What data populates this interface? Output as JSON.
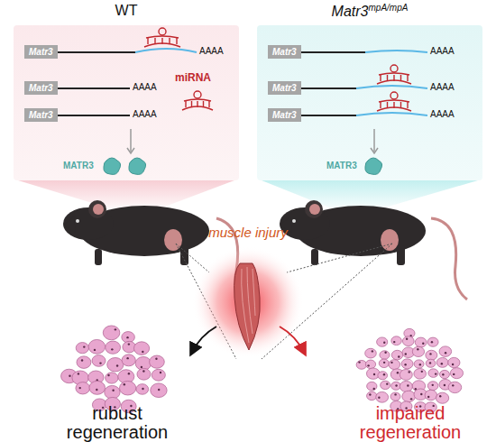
{
  "diagram": {
    "nodes": [
      {
        "text": [
          "WT"
        ]
      },
      {
        "text": [
          "Matr3"
        ],
        "in": 0
      },
      {
        "text": [
          "Matr3"
        ],
        "in": 0
      },
      {
        "text": [
          "Matr3"
        ],
        "in": 0
      },
      {
        "text": [
          "Matr3",
          "mpA/mpA"
        ]
      },
      {
        "text": [
          "Matr3"
        ],
        "in": 4
      },
      {
        "text": [
          "Matr3"
        ],
        "in": 4
      },
      {
        "text": [
          "Matr3"
        ],
        "in": 4
      }
    ],
    "labels": [
      "AAAA",
      "AAAA",
      "AAAA",
      "miRNA",
      "MATR3",
      "AAAA",
      "AAAA",
      "AAAA",
      "MATR3",
      "muscle injury",
      "rubust regeneration",
      "impaired regeneration"
    ]
  }
}
